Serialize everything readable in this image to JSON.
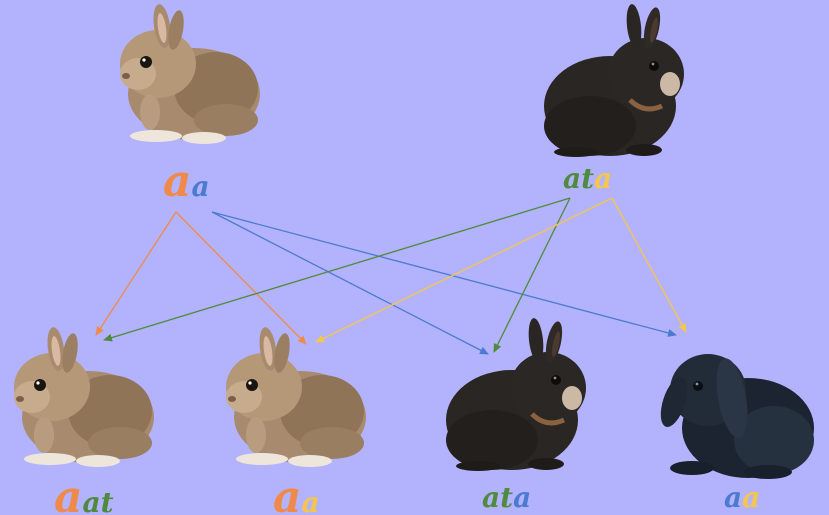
{
  "colors": {
    "background": "#b3b3fd",
    "allele_A": "#f08a4b",
    "allele_a": "#4b7bd0",
    "allele_at_green": "#4f8a3e",
    "allele_a_yellow": "#f5c64c",
    "arrow_orange": "#f08a4b",
    "arrow_blue": "#4b7bd0",
    "arrow_green": "#4f8a3e",
    "arrow_yellow": "#f5c64c"
  },
  "parents": [
    {
      "id": "parent-agouti",
      "icon": "agouti-rabbit-icon",
      "genotype": [
        {
          "text": "a",
          "color": "#f08a4b",
          "size": "big"
        },
        {
          "text": "a",
          "color": "#4b7bd0",
          "size": "small"
        }
      ]
    },
    {
      "id": "parent-tan",
      "icon": "black-tan-rabbit-icon",
      "genotype": [
        {
          "text": "at",
          "color": "#4f8a3e",
          "size": "small"
        },
        {
          "text": "a",
          "color": "#f5c64c",
          "size": "small"
        }
      ]
    }
  ],
  "offspring": [
    {
      "id": "child-1",
      "icon": "agouti-rabbit-icon",
      "genotype": [
        {
          "text": "a",
          "color": "#f08a4b",
          "size": "big"
        },
        {
          "text": "at",
          "color": "#4f8a3e",
          "size": "small"
        }
      ]
    },
    {
      "id": "child-2",
      "icon": "agouti-rabbit-icon",
      "genotype": [
        {
          "text": "a",
          "color": "#f08a4b",
          "size": "big"
        },
        {
          "text": "a",
          "color": "#f5c64c",
          "size": "small"
        }
      ]
    },
    {
      "id": "child-3",
      "icon": "black-tan-rabbit-icon",
      "genotype": [
        {
          "text": "at",
          "color": "#4f8a3e",
          "size": "small"
        },
        {
          "text": "a",
          "color": "#4b7bd0",
          "size": "small"
        }
      ]
    },
    {
      "id": "child-4",
      "icon": "black-lop-rabbit-icon",
      "genotype": [
        {
          "text": "a",
          "color": "#4b7bd0",
          "size": "small"
        },
        {
          "text": "a",
          "color": "#f5c64c",
          "size": "small"
        }
      ]
    }
  ]
}
